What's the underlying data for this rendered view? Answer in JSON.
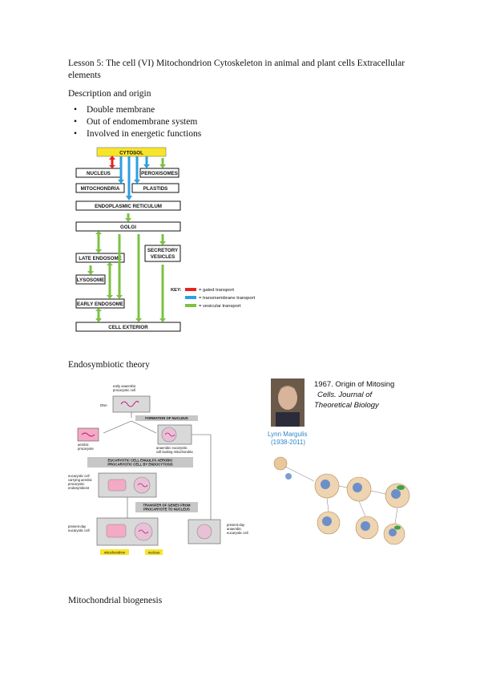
{
  "lesson_title": "Lesson 5: The cell (VI) Mitochondrion Cytoskeleton in animal and plant cells Extracellular elements",
  "section_description": "Description and origin",
  "bullets": [
    "Double membrane",
    "Out of endomembrane system",
    "Involved in energetic functions"
  ],
  "diagram1": {
    "cytosol": "CYTOSOL",
    "nucleus": "NUCLEUS",
    "peroxisomes": "PEROXISOMES",
    "mitochondria": "MITOCHONDRIA",
    "plastids": "PLASTIDS",
    "er": "ENDOPLASMIC RETICULUM",
    "golgi": "GOLGI",
    "late_endosome": "LATE ENDOSOME",
    "secretory_1": "SECRETORY",
    "secretory_2": "VESICLES",
    "lysosome": "LYSOSOME",
    "early_endosome": "EARLY ENDOSOME",
    "cell_exterior": "CELL EXTERIOR",
    "key_title": "KEY:",
    "key_gated": "= gated transport",
    "key_transmembrane": "= transmembrane transport",
    "key_vesicular": "= vesicular transport",
    "colors": {
      "gated": "#e8231f",
      "transmembrane": "#2e9fe3",
      "vesicular": "#7dc242",
      "cytosol": "#f7e42b"
    }
  },
  "section_endo": "Endosymbiotic theory",
  "diagram2": {
    "early_anaerobic_1": "early anaerobic",
    "early_anaerobic_2": "procaryotic cell",
    "dna": "DNA",
    "nucleus_formation": "FORMATION OF NUCLEUS",
    "aerobic_1": "aerobic",
    "aerobic_2": "procaryote",
    "anaerobic_euk_1": "anaerobic eucaryotic",
    "anaerobic_euk_2": "cell lacking mitochondria",
    "engulf_1": "EUCARYOTIC CELL ENGULFS AEROBIC",
    "engulf_2": "PROCARYOTIC CELL BY ENDOCYTOSIS",
    "carrying_1": "eucaryotic cell",
    "carrying_2": "carrying aerobic",
    "carrying_3": "procaryotic",
    "carrying_4": "endosymbiont",
    "transfer_1": "TRANSFER OF GENES FROM",
    "transfer_2": "PROCARYOTE TO NUCLEUS",
    "present_1": "present-day",
    "present_2": "eucaryotic cell",
    "present_an_1": "present-day",
    "present_an_2": "anaerobic",
    "present_an_3": "eucaryotic cell",
    "mitochondrion": "mitochondrion",
    "nucleus": "nucleus"
  },
  "diagram3": {
    "heading_1": "1967. Origin of Mitosing",
    "heading_2": "Cells. Journal of",
    "heading_3": "Theoretical Biology",
    "name": "Lynn Margulis",
    "years": "(1938-2011)"
  },
  "section_biogenesis": "Mitochondrial biogenesis"
}
